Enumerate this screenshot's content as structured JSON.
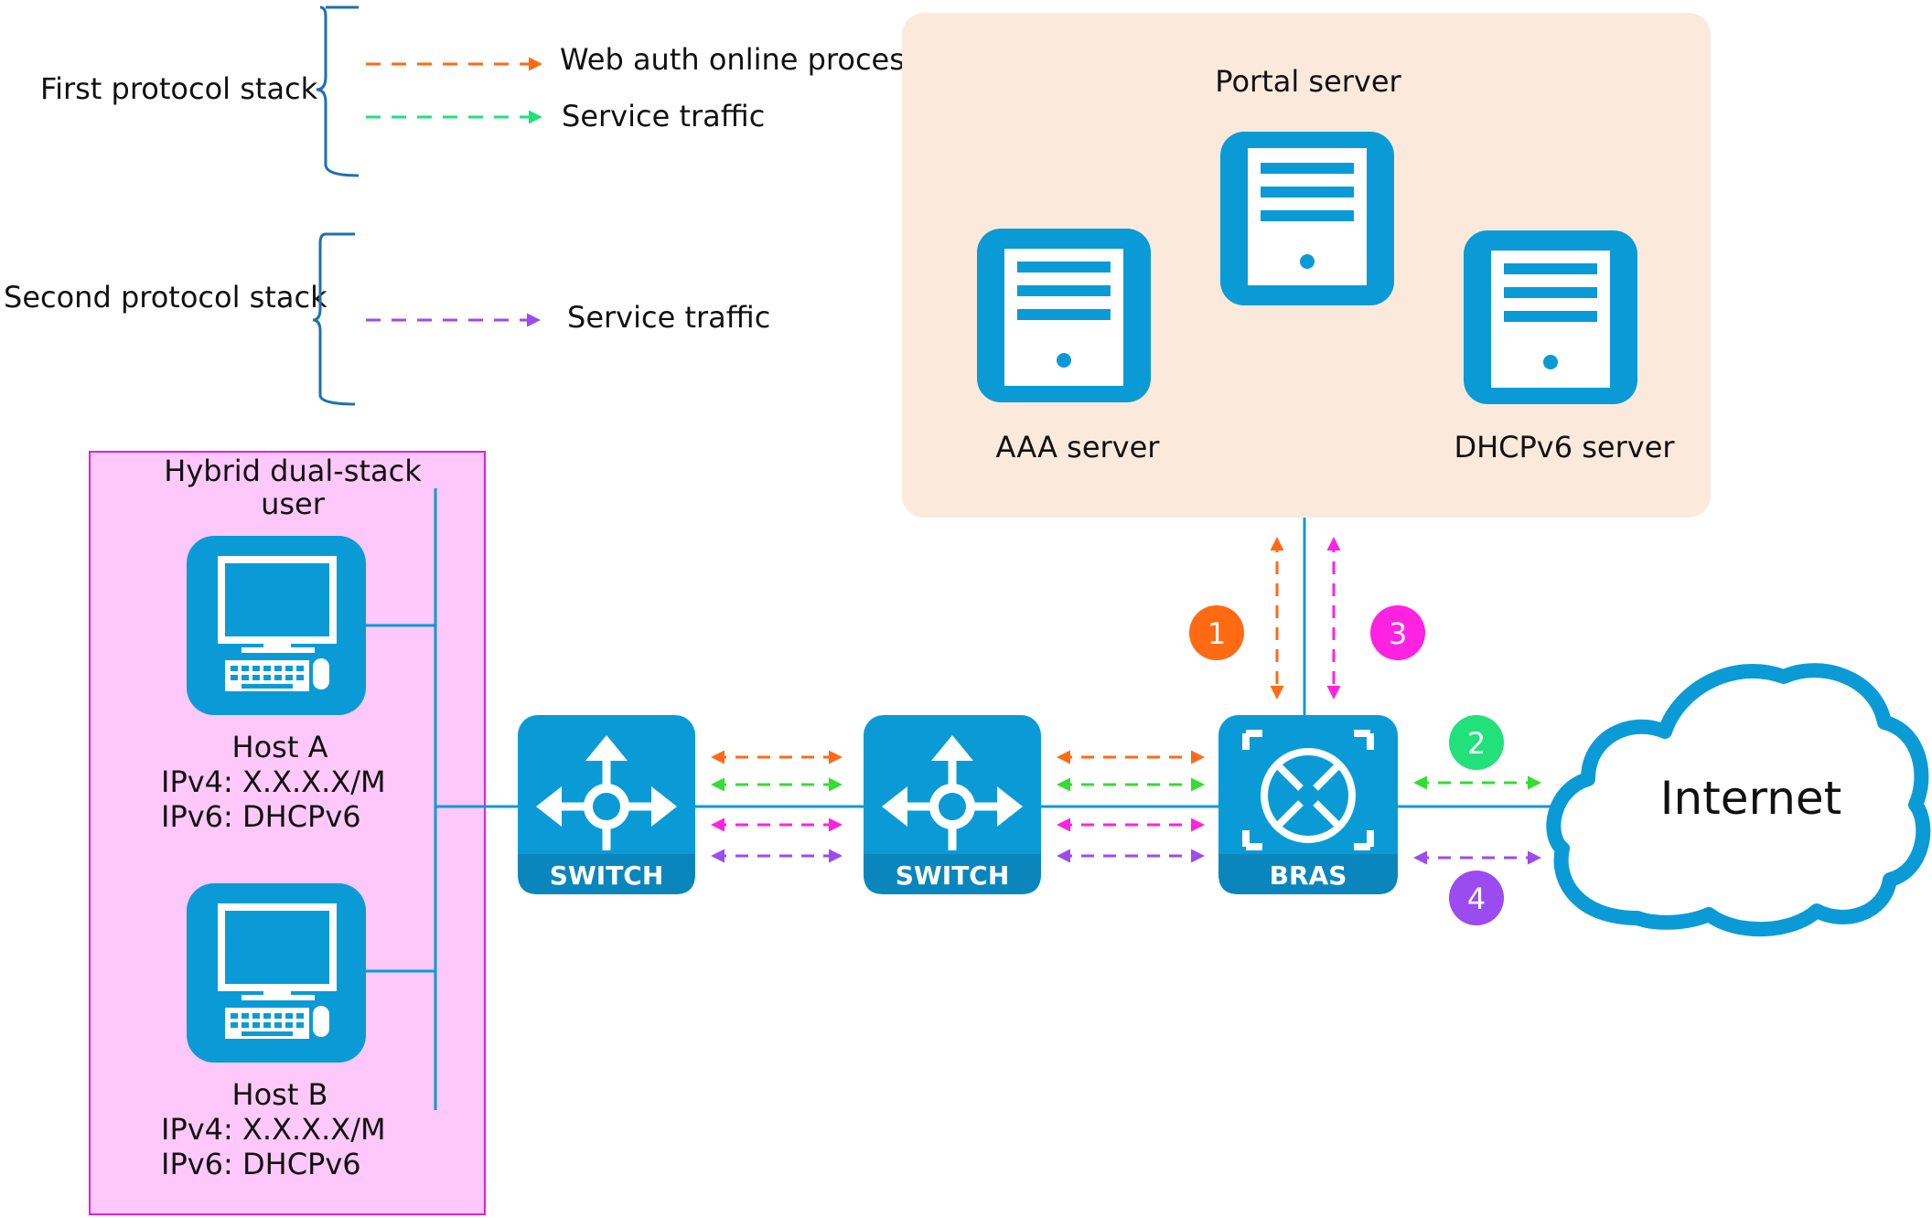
{
  "legend": {
    "first_stack": {
      "label": "First protocol stack",
      "items": [
        {
          "label": "Web auth online process",
          "color": "#ff6a13"
        },
        {
          "label": "Service traffic",
          "color": "#22e07a"
        }
      ]
    },
    "second_stack": {
      "label": "Second protocol stack",
      "items": [
        {
          "label": "Service traffic",
          "color": "#9a4cf0"
        }
      ]
    }
  },
  "user_group": {
    "title_line1": "Hybrid dual-stack",
    "title_line2": "user",
    "hosts": [
      {
        "name": "Host A",
        "ipv4": "IPv4: X.X.X.X/M",
        "ipv6": "IPv6: DHCPv6"
      },
      {
        "name": "Host B",
        "ipv4": "IPv4: X.X.X.X/M",
        "ipv6": "IPv6: DHCPv6"
      }
    ]
  },
  "servers": {
    "portal": "Portal server",
    "aaa": "AAA server",
    "dhcpv6": "DHCPv6 server"
  },
  "devices": {
    "switch1": "SWITCH",
    "switch2": "SWITCH",
    "bras": "BRAS"
  },
  "internet": "Internet",
  "steps": [
    {
      "num": "1",
      "color": "#ff6a13"
    },
    {
      "num": "2",
      "color": "#22e07a"
    },
    {
      "num": "3",
      "color": "#ff22e0"
    },
    {
      "num": "4",
      "color": "#9a4cf0"
    }
  ],
  "colors": {
    "device_blue": "#0a9bd6",
    "device_dark": "#0a86bd",
    "user_box_bg": "#ffc8fa",
    "user_box_border": "#e020d8",
    "server_box_bg": "#fbeadc",
    "link": "#0a9bd6",
    "bracket": "#1f6fb0",
    "green_links": "#33dd33"
  }
}
